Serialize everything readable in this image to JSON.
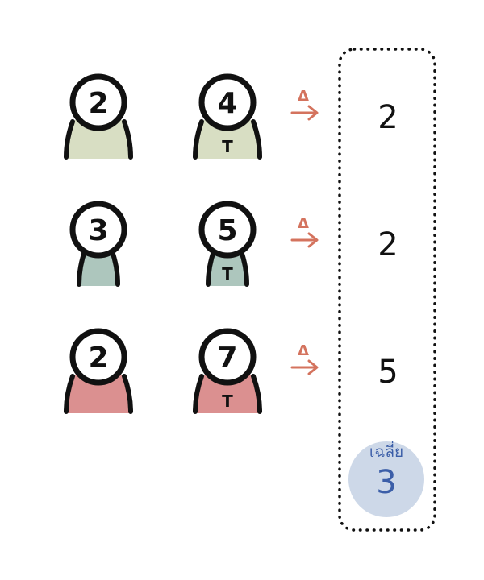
{
  "rows": [
    {
      "before": "2",
      "after": "4",
      "after_mark": "T",
      "delta_symbol": "Δ",
      "difference": "2",
      "color": "#d6dcc0"
    },
    {
      "before": "3",
      "after": "5",
      "after_mark": "T",
      "delta_symbol": "Δ",
      "difference": "2",
      "color": "#a9c3b9"
    },
    {
      "before": "2",
      "after": "7",
      "after_mark": "T",
      "delta_symbol": "Δ",
      "difference": "5",
      "color": "#d98a8a"
    }
  ],
  "average": {
    "label": "เฉลี่ย",
    "value": "3",
    "badge_color": "#cdd8e8",
    "text_color": "#3b5ea8"
  },
  "colors": {
    "arrow": "#d4735e",
    "outline": "#111111"
  }
}
